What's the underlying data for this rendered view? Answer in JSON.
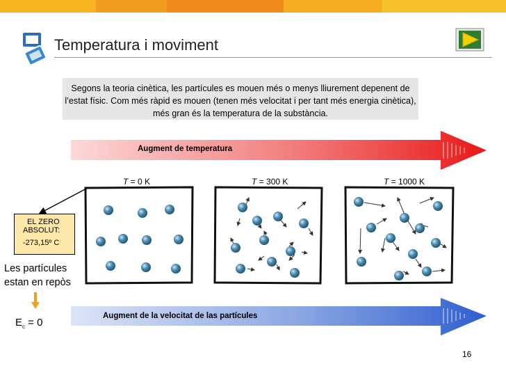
{
  "slide": {
    "title": "Temperatura i moviment",
    "intro": "Segons la teoria cinètica, les partícules es mouen més o menys lliurement depenent de l’estat físic. Com més ràpid es mouen (tenen més velocitat i per tant més energia cinètica), més gran és la temperatura de la substància.",
    "page_number": "16"
  },
  "temperature_arrow": {
    "label": "Augment de temperatura",
    "color_from": "#ffd6d6",
    "color_to": "#ee1111"
  },
  "velocity_arrow": {
    "label": "Augment de la velocitat de las partícules",
    "color_from": "#d6e0f5",
    "color_to": "#2f5fd0"
  },
  "panels": [
    {
      "t_symbol": "T",
      "t_value": " = 0 K"
    },
    {
      "t_symbol": "T",
      "t_value": " = 300 K"
    },
    {
      "t_symbol": "T",
      "t_value": " = 1000 K"
    }
  ],
  "absolute_zero": {
    "line1": "EL ZERO",
    "line2": "ABSOLUT:",
    "value": "-273,15º C"
  },
  "rest_text": {
    "line1": "Les partícules",
    "line2": "estan en repòs"
  },
  "kinetic_energy": {
    "symbol": "E",
    "subscript": "c",
    "equals": " = 0"
  },
  "colors": {
    "topbar": [
      "#f5b625",
      "#f09a1d",
      "#f38b1a",
      "#f5a623",
      "#f7c02b"
    ],
    "particle": "#3d7fa3",
    "zero_box": "#fde7a9",
    "play": "#f5d000"
  },
  "icons": {
    "logo": "slides-logo-icon",
    "play": "play-icon"
  }
}
